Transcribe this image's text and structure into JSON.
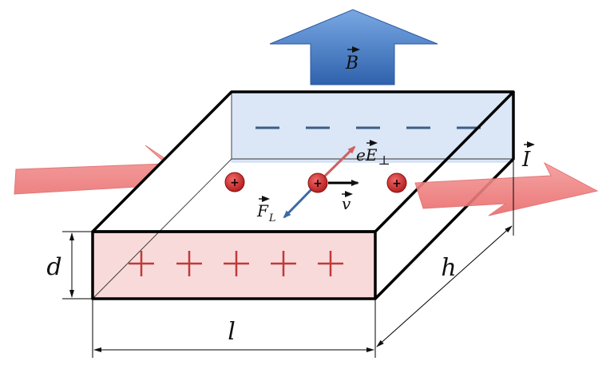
{
  "labels": {
    "magnetic_field": "B",
    "current": "I",
    "electric_force": "eE",
    "electric_force_sub": "⊥",
    "lorentz_force": "F",
    "lorentz_force_sub": "L",
    "velocity": "v",
    "thickness": "d",
    "width": "h",
    "length": "l"
  },
  "charges": {
    "top_face": [
      "−",
      "−",
      "−",
      "−",
      "−"
    ],
    "front_face": [
      "+",
      "+",
      "+",
      "+",
      "+"
    ],
    "carrier_sign": "+"
  },
  "colors": {
    "field_arrow": "#3f78c2",
    "current_arrows": "#f07c7c",
    "top_charge_region": "#dbe7f6",
    "front_charge_region": "#f9dada",
    "minus_marks": "#3b5e86",
    "plus_marks": "#c03a3a",
    "carriers": "#c42424",
    "force_electric": "#d06060",
    "force_lorentz": "#3c6aa8"
  }
}
